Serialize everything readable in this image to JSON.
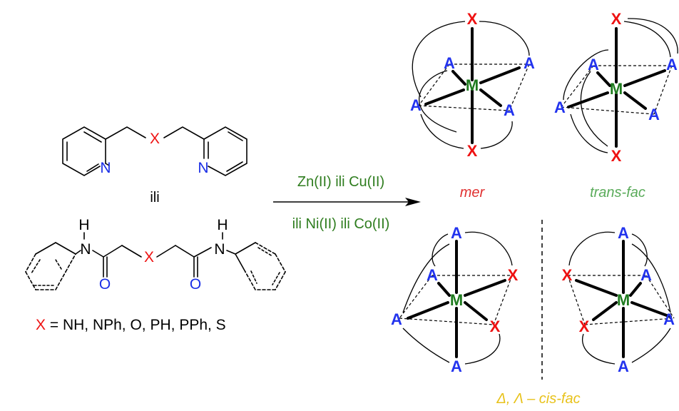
{
  "ligand1": {
    "atom_x": "X",
    "atom_n1": "N",
    "atom_n2": "N"
  },
  "ligand2": {
    "atom_x": "X",
    "atom_h1": "H",
    "atom_n1": "N",
    "atom_h2": "H",
    "atom_n2": "N",
    "atom_o1": "O",
    "atom_o2": "O"
  },
  "ili_label": "ili",
  "x_definition": {
    "x": "X",
    "rest": " = NH, NPh, O, PH, PPh, S"
  },
  "reaction": {
    "line1": "Zn(II) ili Cu(II)",
    "line2": "ili Ni(II) ili Co(II)"
  },
  "isomers": {
    "mer": "mer",
    "trans_fac": "trans-fac",
    "cis_fac": "Δ, Λ – cis-fac"
  },
  "atoms": {
    "metal": "M",
    "donor_a": "A",
    "donor_x": "X"
  },
  "colors": {
    "x_red": "#ee1111",
    "n_blue": "#1a2ee6",
    "o_blue": "#1a2ee6",
    "a_blue": "#2233ee",
    "m_green": "#1e7b1e",
    "reaction_green": "#2f7d1f",
    "mer_red": "#e03030",
    "transfac_green": "#5aab5a",
    "cisfac_yellow": "#e8c21a"
  }
}
